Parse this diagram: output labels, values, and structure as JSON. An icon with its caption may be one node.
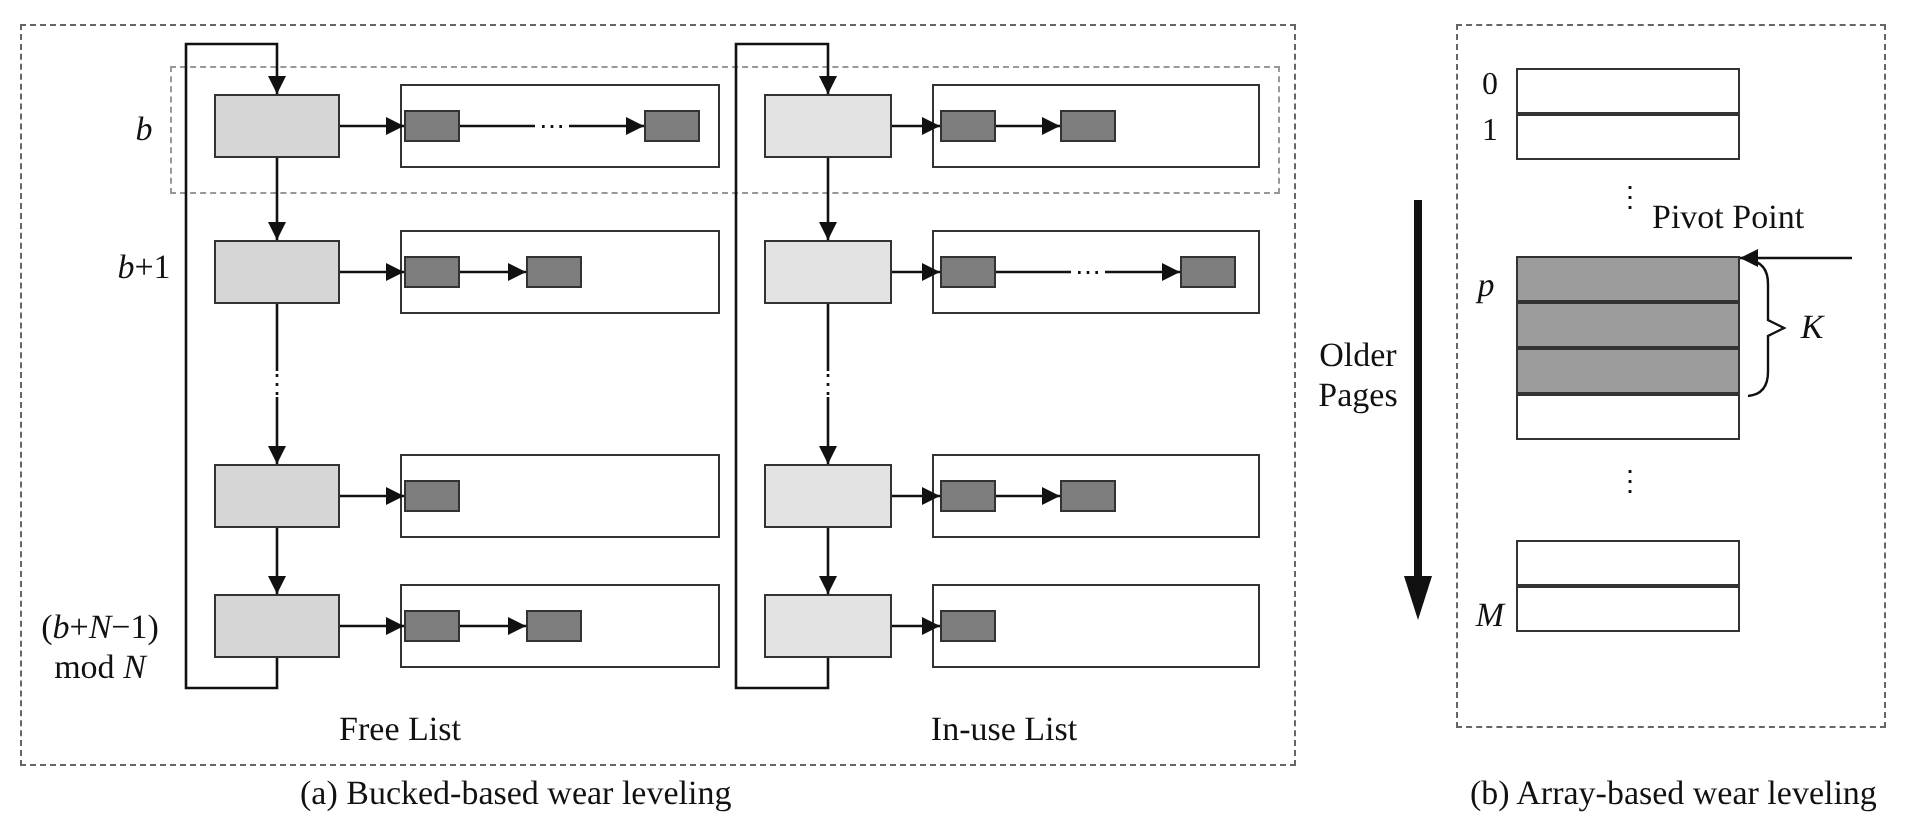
{
  "diagram": {
    "nodes": [
      {
        "text": [],
        "shape": "box"
      },
      {
        "text": [],
        "shape": "box"
      },
      {
        "text": [],
        "shape": "box",
        "in": 1
      },
      {
        "text": [],
        "shape": "box",
        "in": 1
      },
      {
        "text": [],
        "shape": "box"
      },
      {
        "text": [],
        "shape": "box"
      },
      {
        "text": [],
        "shape": "box",
        "in": 5
      },
      {
        "text": [],
        "shape": "box",
        "in": 5
      },
      {
        "text": [],
        "shape": "box"
      },
      {
        "text": [],
        "shape": "box"
      },
      {
        "text": [],
        "shape": "box",
        "in": 9
      },
      {
        "text": [],
        "shape": "box"
      },
      {
        "text": [],
        "shape": "box"
      },
      {
        "text": [],
        "shape": "box",
        "in": 12
      },
      {
        "text": [],
        "shape": "box",
        "in": 12
      },
      {
        "text": [],
        "shape": "box"
      },
      {
        "text": [],
        "shape": "box"
      },
      {
        "text": [],
        "shape": "box",
        "in": 16
      },
      {
        "text": [],
        "shape": "box",
        "in": 16
      },
      {
        "text": [],
        "shape": "box"
      },
      {
        "text": [],
        "shape": "box"
      },
      {
        "text": [],
        "shape": "box",
        "in": 20
      },
      {
        "text": [],
        "shape": "box",
        "in": 20
      },
      {
        "text": [],
        "shape": "box"
      },
      {
        "text": [],
        "shape": "box"
      },
      {
        "text": [],
        "shape": "box",
        "in": 24
      },
      {
        "text": [],
        "shape": "box",
        "in": 24
      },
      {
        "text": [],
        "shape": "box"
      },
      {
        "text": [],
        "shape": "box"
      },
      {
        "text": [],
        "shape": "box",
        "in": 28
      },
      {
        "text": [],
        "shape": "box"
      },
      {
        "text": [],
        "shape": "box"
      },
      {
        "text": [],
        "shape": "box"
      },
      {
        "text": [],
        "shape": "box"
      },
      {
        "text": [],
        "shape": "box"
      },
      {
        "text": [],
        "shape": "box"
      },
      {
        "text": [],
        "shape": "box"
      },
      {
        "text": [],
        "shape": "box"
      }
    ],
    "edges": [
      {
        "from": 0,
        "to": 2,
        "arrow": "to"
      },
      {
        "from": 2,
        "to": 3,
        "arrow": "to",
        "label": "⋯"
      },
      {
        "from": 4,
        "to": 6,
        "arrow": "to"
      },
      {
        "from": 6,
        "to": 7,
        "arrow": "to"
      },
      {
        "from": 8,
        "to": 10,
        "arrow": "to"
      },
      {
        "from": 11,
        "to": 13,
        "arrow": "to"
      },
      {
        "from": 13,
        "to": 14,
        "arrow": "to"
      },
      {
        "from": 0,
        "to": 4,
        "arrow": "to"
      },
      {
        "from": 4,
        "to": 8,
        "arrow": "to",
        "label": "⋮"
      },
      {
        "from": 8,
        "to": 11,
        "arrow": "to"
      },
      {
        "from": 11,
        "to": 0,
        "arrow": "to"
      },
      {
        "from": 15,
        "to": 17,
        "arrow": "to"
      },
      {
        "from": 17,
        "to": 18,
        "arrow": "to"
      },
      {
        "from": 19,
        "to": 21,
        "arrow": "to"
      },
      {
        "from": 21,
        "to": 22,
        "arrow": "to",
        "label": "⋯"
      },
      {
        "from": 23,
        "to": 25,
        "arrow": "to"
      },
      {
        "from": 25,
        "to": 26,
        "arrow": "to"
      },
      {
        "from": 27,
        "to": 29,
        "arrow": "to"
      },
      {
        "from": 15,
        "to": 19,
        "arrow": "to"
      },
      {
        "from": 19,
        "to": 23,
        "arrow": "to",
        "label": "⋮"
      },
      {
        "from": 23,
        "to": 27,
        "arrow": "to"
      },
      {
        "from": 27,
        "to": 15,
        "arrow": "to"
      },
      {
        "from": null,
        "to": 32,
        "arrow": "to"
      }
    ],
    "labels": [
      "b",
      "*b*+1",
      "(*b*+*N*−1) mod *N*",
      "Free List",
      "In-use List",
      "(a)  Bucked-based wear leveling",
      "0",
      "1",
      "⋮",
      "Pivot Point",
      "p",
      "K",
      "Older Pages",
      "⋮",
      "M",
      "(b)  Array-based wear leveling"
    ]
  }
}
